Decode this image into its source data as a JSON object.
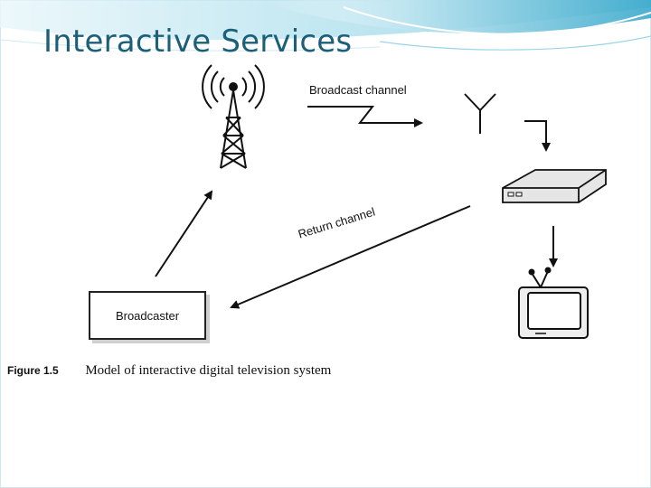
{
  "slide": {
    "title": "Interactive Services"
  },
  "diagram": {
    "broadcast_channel_label": "Broadcast channel",
    "return_channel_label": "Return channel",
    "broadcaster_label": "Broadcaster",
    "caption_number": "Figure 1.5",
    "caption_text": "Model of interactive digital television system",
    "icons": [
      "transmitter-tower-icon",
      "antenna-icon",
      "set-top-box-icon",
      "television-icon"
    ]
  },
  "colors": {
    "title": "#1b5f78",
    "swoosh": "#4fb6d3"
  }
}
